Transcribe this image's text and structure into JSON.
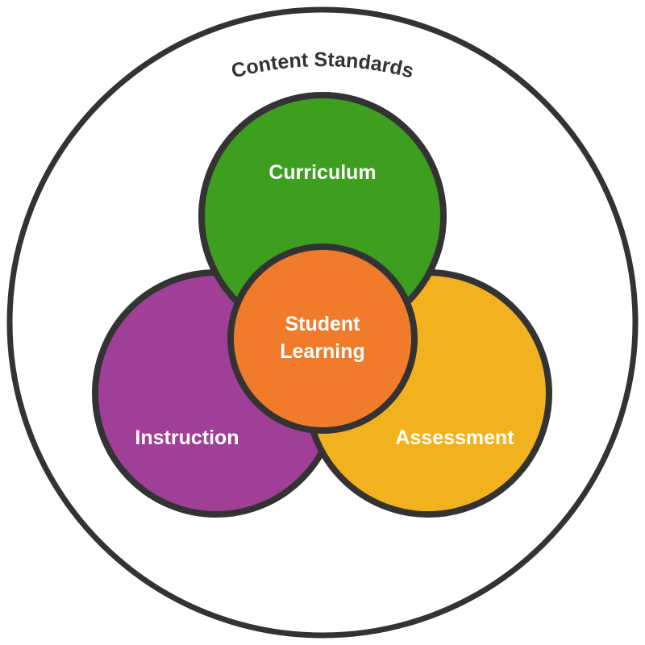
{
  "diagram": {
    "outer_label": "Content Standards",
    "curriculum_label": "Curriculum",
    "instruction_label": "Instruction",
    "assessment_label": "Assessment",
    "center_label_line1": "Student",
    "center_label_line2": "Learning"
  },
  "colors": {
    "curriculum": "#3d9e1f",
    "instruction": "#a03f97",
    "assessment": "#f2b11f",
    "center": "#f07b2b",
    "outline": "#333333"
  }
}
